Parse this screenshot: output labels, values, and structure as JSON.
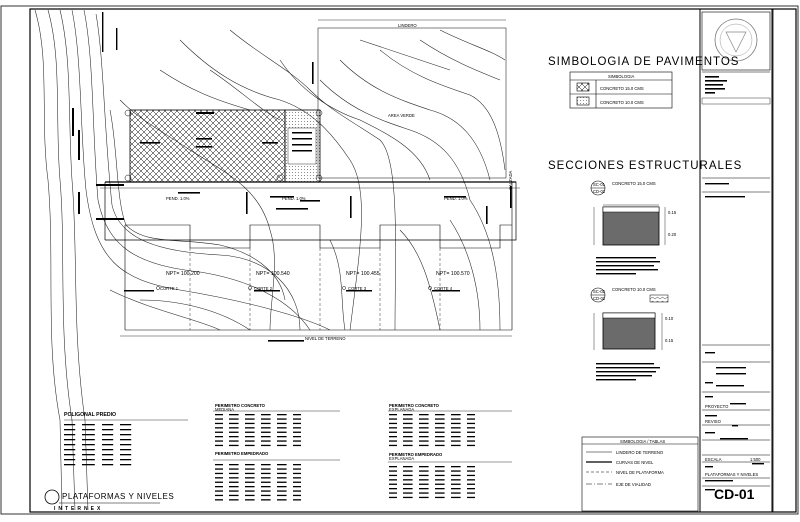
{
  "titles": {
    "pavements": "SIMBOLOGIA DE PAVIMENTOS",
    "sections": "SECCIONES ESTRUCTURALES",
    "plan": "PLATAFORMAS Y NIVELES",
    "brand": "INTERNEX"
  },
  "pavement_legend": {
    "header": "SIMBOLOGIA",
    "rows": [
      {
        "label": "CONCRETO 15.0 CMS"
      },
      {
        "label": "CONCRETO 10.0 CMS"
      }
    ]
  },
  "plan_labels": {
    "top_dim": "LINDERO",
    "road_right": "CALZADA",
    "bottom_dim": "NIVEL DE TERRENO",
    "zone_center": "AREA VERDE",
    "npt": [
      "NPT= 100.200",
      "NPT= 100.540",
      "NPT= 100.455",
      "NPT= 100.570"
    ],
    "grades": [
      "PEND. 1.0%",
      "PEND. 1.0%",
      "PEND. 1.0%"
    ],
    "cortes": [
      "CORTE 1",
      "CORTE 2",
      "CORTE 3",
      "CORTE 4"
    ]
  },
  "sections": [
    {
      "id": "SC-01",
      "sub": "CD-01",
      "caption": "CONCRETO 15.0 CMS",
      "dims": [
        "0.15",
        "0.20"
      ]
    },
    {
      "id": "SC-02",
      "sub": "CD-01",
      "caption": "CONCRETO 10.0 CMS",
      "dims": [
        "0.10",
        "0.15"
      ]
    }
  ],
  "tables": [
    {
      "title": "POLIGONAL PREDIO",
      "sub": ""
    },
    {
      "title": "PERIMETRO CONCRETO",
      "sub": "MEDIANA"
    },
    {
      "title": "PERIMETRO CONCRETO",
      "sub": "EXPLANADA"
    },
    {
      "title": "PERIMETRO EMPEDRADO",
      "sub": ""
    },
    {
      "title": "PERIMETRO EMPEDRADO",
      "sub": "EXPLANADA"
    }
  ],
  "legend_box": {
    "header": "SIMBOLOGIA / TABLAS",
    "rows": [
      "LINDERO DE TERRENO",
      "CURVAS DE NIVEL",
      "NIVEL DE PLATAFORMA",
      "EJE DE VIALIDAD"
    ]
  },
  "title_block": {
    "sheet_code": "CD-01",
    "scale_label": "ESCALA",
    "scale_value": "1:500",
    "sheet_name": "PLATAFORMAS Y NIVELES",
    "project": "PROYECTO",
    "revised": "REVISO"
  },
  "colors": {
    "line": "#000000",
    "fill_section": "#6b6b6b",
    "contour": "#333333"
  }
}
